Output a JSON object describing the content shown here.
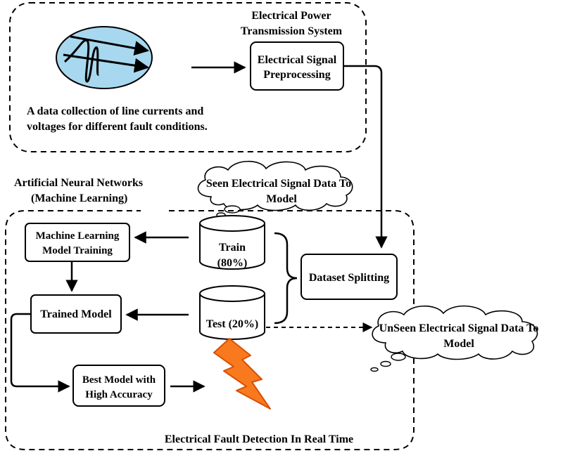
{
  "top_region": {
    "title_line1": "Electrical Power",
    "title_line2": "Transmission System",
    "caption_line1": "A data collection of line currents and",
    "caption_line2": "voltages for different fault conditions."
  },
  "preprocessing": {
    "line1": "Electrical Signal",
    "line2": "Preprocessing"
  },
  "ann_region": {
    "title_line1": "Artificial Neural Networks",
    "title_line2": "(Machine Learning)",
    "footer": "Electrical Fault Detection In Real Time"
  },
  "seen_cloud": {
    "line1": "Seen Electrical Signal Data To",
    "line2": "Model"
  },
  "unseen_cloud": {
    "line1": "UnSeen Electrical Signal Data To",
    "line2": "Model"
  },
  "train_db": {
    "line1": "Train",
    "line2": "(80%)"
  },
  "test_db": {
    "label": "Test (20%)"
  },
  "dataset_splitting": {
    "label": "Dataset Splitting"
  },
  "ml_training": {
    "line1": "Machine Learning",
    "line2": "Model Training"
  },
  "trained_model": {
    "label": "Trained Model"
  },
  "best_model": {
    "line1": "Best Model with",
    "line2": "High Accuracy"
  },
  "colors": {
    "wave_fill": "#a8d8ef",
    "lightning_fill": "#f97a1e",
    "lightning_stroke": "#d94f00",
    "stroke": "#000000"
  }
}
